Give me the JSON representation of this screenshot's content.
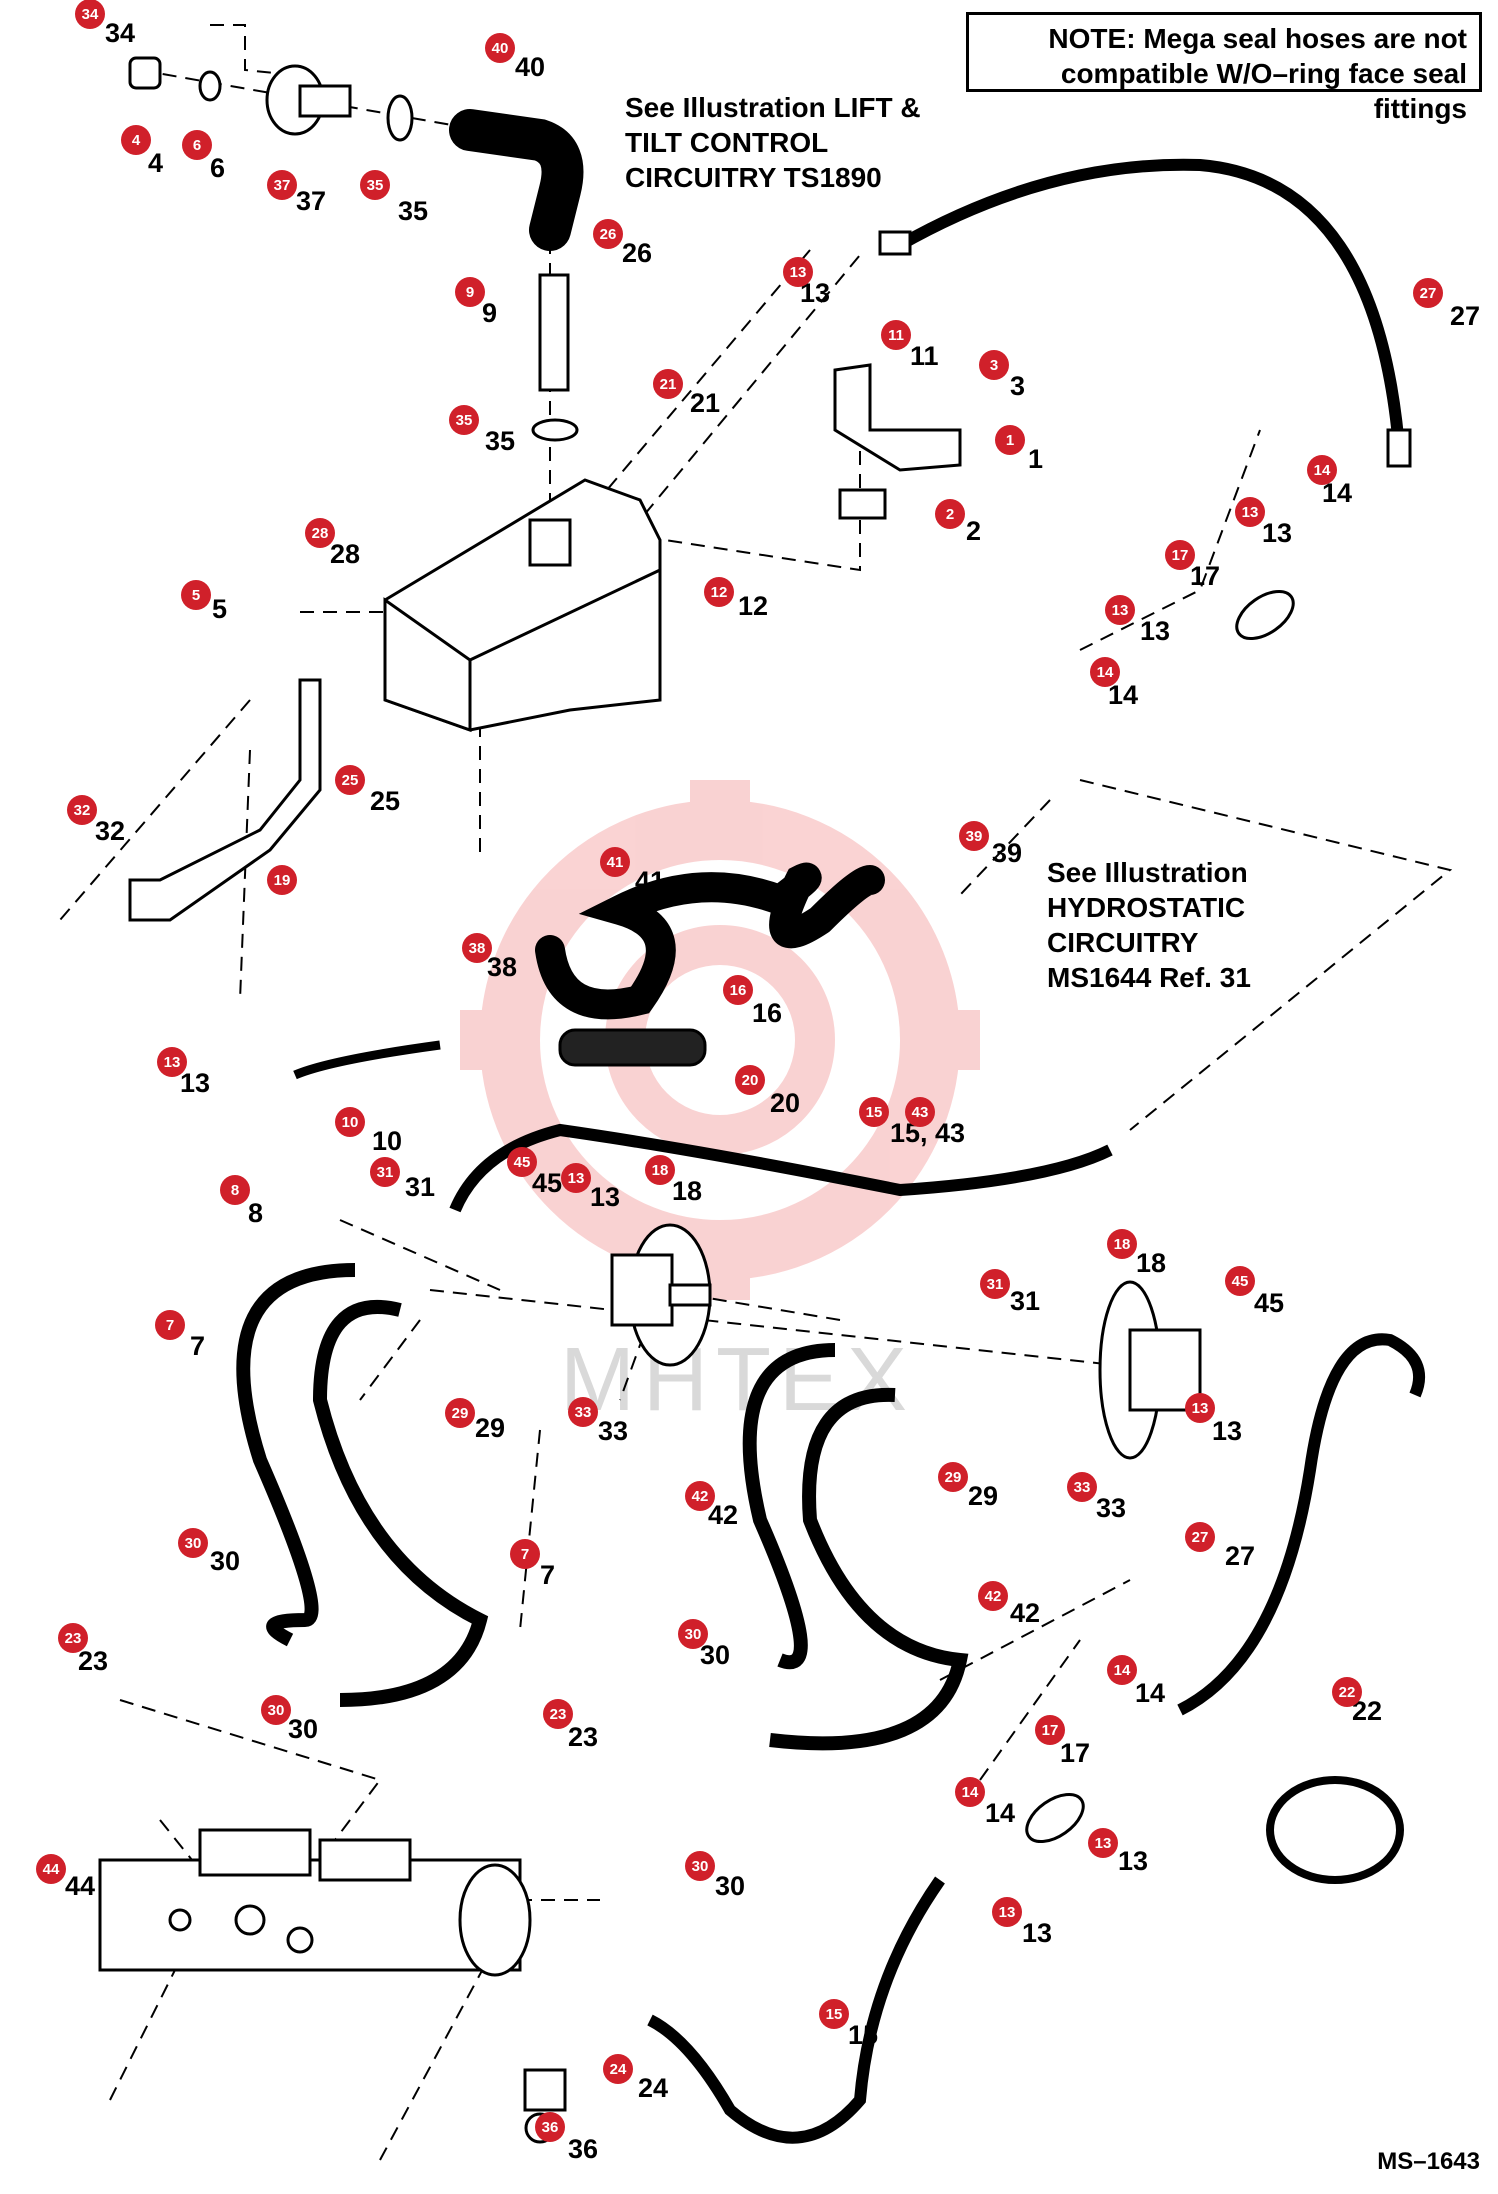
{
  "note": {
    "label": "NOTE:",
    "line1": "Mega seal hoses are not",
    "line2": "compatible W/O–ring face seal fittings"
  },
  "references": {
    "lift_tilt": [
      "See Illustration LIFT &",
      "TILT CONTROL",
      "CIRCUITRY  TS1890"
    ],
    "hydrostatic": [
      "See Illustration",
      "HYDROSTATIC",
      "CIRCUITRY",
      "MS1644 Ref. 31"
    ]
  },
  "document_code": "MS–1643",
  "watermark": "MHTEX",
  "colors": {
    "badge": "#d0202a",
    "line": "#000000",
    "watermark": "#f3b9b9"
  },
  "callouts": [
    {
      "id": "34",
      "label": "34",
      "badge": "34"
    },
    {
      "id": "40",
      "label": "40",
      "badge": "40"
    },
    {
      "id": "4",
      "label": "4",
      "badge": "4"
    },
    {
      "id": "6",
      "label": "6",
      "badge": "6"
    },
    {
      "id": "37",
      "label": "37",
      "badge": "37"
    },
    {
      "id": "35a",
      "label": "35",
      "badge": "35"
    },
    {
      "id": "9",
      "label": "9",
      "badge": "9"
    },
    {
      "id": "26",
      "label": "26",
      "badge": "26"
    },
    {
      "id": "21",
      "label": "21",
      "badge": "21"
    },
    {
      "id": "35b",
      "label": "35",
      "badge": "35"
    },
    {
      "id": "13a",
      "label": "13",
      "badge": "13"
    },
    {
      "id": "11",
      "label": "11",
      "badge": "11"
    },
    {
      "id": "3",
      "label": "3",
      "badge": "3"
    },
    {
      "id": "1",
      "label": "1",
      "badge": "1"
    },
    {
      "id": "2",
      "label": "2",
      "badge": "2"
    },
    {
      "id": "27a",
      "label": "27",
      "badge": "27"
    },
    {
      "id": "14a",
      "label": "14",
      "badge": "14"
    },
    {
      "id": "13b",
      "label": "13",
      "badge": "13"
    },
    {
      "id": "17a",
      "label": "17",
      "badge": "17"
    },
    {
      "id": "13c",
      "label": "13",
      "badge": "13"
    },
    {
      "id": "14b",
      "label": "14",
      "badge": "14"
    },
    {
      "id": "28",
      "label": "28",
      "badge": "28"
    },
    {
      "id": "5",
      "label": "5",
      "badge": "5"
    },
    {
      "id": "12",
      "label": "12",
      "badge": "12"
    },
    {
      "id": "25",
      "label": "25",
      "badge": "25"
    },
    {
      "id": "32",
      "label": "32",
      "badge": "32"
    },
    {
      "id": "19",
      "label": "19",
      "badge": "19"
    },
    {
      "id": "41",
      "label": "41",
      "badge": "41"
    },
    {
      "id": "39",
      "label": "39",
      "badge": "39"
    },
    {
      "id": "38",
      "label": "38",
      "badge": "38"
    },
    {
      "id": "16",
      "label": "16",
      "badge": "16"
    },
    {
      "id": "13d",
      "label": "13",
      "badge": "13"
    },
    {
      "id": "20",
      "label": "20",
      "badge": "20"
    },
    {
      "id": "10",
      "label": "10",
      "badge": "10"
    },
    {
      "id": "8",
      "label": "8",
      "badge": "8"
    },
    {
      "id": "15a",
      "label": "15, 43",
      "badge": "15"
    },
    {
      "id": "43",
      "label": "",
      "badge": "43"
    },
    {
      "id": "31a",
      "label": "31",
      "badge": "31"
    },
    {
      "id": "45a",
      "label": "45",
      "badge": "45"
    },
    {
      "id": "13e",
      "label": "13",
      "badge": "13"
    },
    {
      "id": "18a",
      "label": "18",
      "badge": "18"
    },
    {
      "id": "18b",
      "label": "18",
      "badge": "18"
    },
    {
      "id": "7a",
      "label": "7",
      "badge": "7"
    },
    {
      "id": "29a",
      "label": "29",
      "badge": "29"
    },
    {
      "id": "33a",
      "label": "33",
      "badge": "33"
    },
    {
      "id": "31b",
      "label": "31",
      "badge": "31"
    },
    {
      "id": "45b",
      "label": "45",
      "badge": "45"
    },
    {
      "id": "13f",
      "label": "13",
      "badge": "13"
    },
    {
      "id": "29b",
      "label": "29",
      "badge": "29"
    },
    {
      "id": "33b",
      "label": "33",
      "badge": "33"
    },
    {
      "id": "42a",
      "label": "42",
      "badge": "42"
    },
    {
      "id": "27b",
      "label": "27",
      "badge": "27"
    },
    {
      "id": "30a",
      "label": "30",
      "badge": "30"
    },
    {
      "id": "7b",
      "label": "7",
      "badge": "7"
    },
    {
      "id": "23a",
      "label": "23",
      "badge": "23"
    },
    {
      "id": "30b",
      "label": "30",
      "badge": "30"
    },
    {
      "id": "42b",
      "label": "42",
      "badge": "42"
    },
    {
      "id": "30c",
      "label": "30",
      "badge": "30"
    },
    {
      "id": "23b",
      "label": "23",
      "badge": "23"
    },
    {
      "id": "14c",
      "label": "14",
      "badge": "14"
    },
    {
      "id": "17b",
      "label": "17",
      "badge": "17"
    },
    {
      "id": "13g",
      "label": "13",
      "badge": "13"
    },
    {
      "id": "22",
      "label": "22",
      "badge": "22"
    },
    {
      "id": "30d",
      "label": "30",
      "badge": "30"
    },
    {
      "id": "14d",
      "label": "14",
      "badge": "14"
    },
    {
      "id": "13h",
      "label": "13",
      "badge": "13"
    },
    {
      "id": "44",
      "label": "44",
      "badge": "44"
    },
    {
      "id": "15b",
      "label": "15",
      "badge": "15"
    },
    {
      "id": "24",
      "label": "24",
      "badge": "24"
    },
    {
      "id": "36",
      "label": "36",
      "badge": "36"
    }
  ]
}
